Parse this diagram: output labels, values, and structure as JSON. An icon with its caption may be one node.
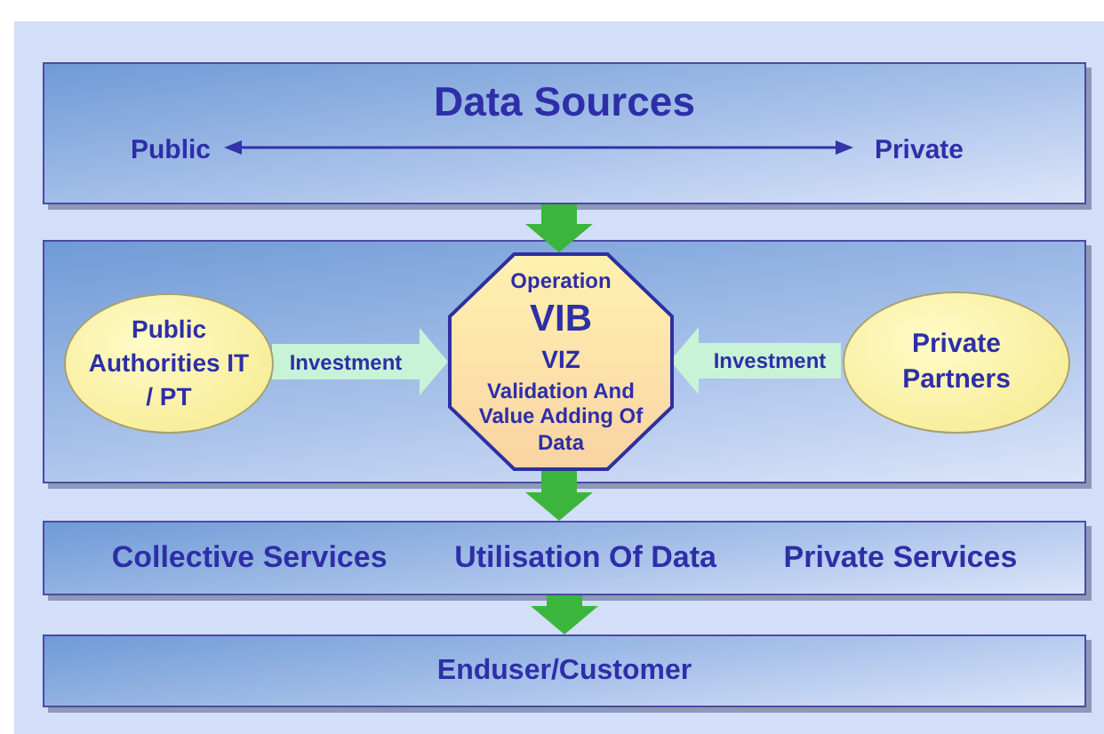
{
  "diagram": {
    "nodes": [
      {
        "text": [
          "Data Sources"
        ]
      },
      {
        "text": [
          "Public"
        ],
        "in": 0
      },
      {
        "text": [
          "Private"
        ],
        "in": 0
      },
      {
        "text": [],
        "shape": "box"
      },
      {
        "text": [
          "Public Authorities IT / PT"
        ],
        "in": 3
      },
      {
        "text": [
          "Operation",
          "VIB",
          "VIZ",
          "Validation And Value Adding Of Data"
        ],
        "in": 3
      },
      {
        "text": [
          "Private Partners"
        ],
        "in": 3
      },
      {
        "text": [
          "Collective Services",
          "Utilisation Of Data",
          "Private Services"
        ]
      },
      {
        "text": [
          "Enduser/Customer"
        ]
      }
    ],
    "edges": [
      {
        "from": 1,
        "to": 2,
        "arrow": "both",
        "color": "#3333aa"
      },
      {
        "from": 0,
        "to": 5,
        "arrow": "to"
      },
      {
        "from": 4,
        "to": 5,
        "arrow": "to",
        "label": "Investment",
        "color": "#c8f3d6"
      },
      {
        "from": 6,
        "to": 5,
        "arrow": "to",
        "label": "Investment",
        "color": "#c8f3d6"
      },
      {
        "from": 5,
        "to": 7,
        "arrow": "to"
      },
      {
        "from": 7,
        "to": 8,
        "arrow": "to"
      }
    ]
  }
}
